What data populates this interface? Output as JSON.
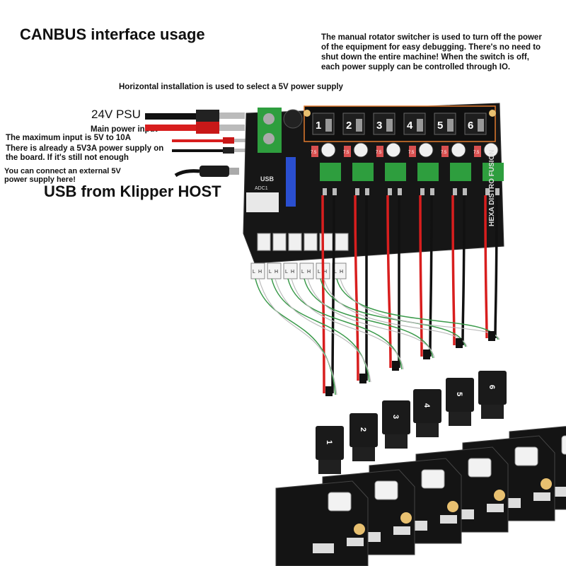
{
  "title": "CANBUS interface usage",
  "notes": {
    "rotator": "The manual rotator switcher is used to turn off the power of the equipment for easy debugging. There's no need to shut down the entire machine! When the switch is off, each power supply can be controlled through IO.",
    "horizontal": "Horizontal installation is used to select a 5V power supply",
    "psu": "24V PSU",
    "main_power": "Main power input",
    "max_input": "The maximum input is 5V to 10A",
    "v5_supply": "There is already a 5V3A power supply on the board. If it's still not enough",
    "external": "You can connect an external 5V power supply here!",
    "usb": "USB from Klipper HOST"
  },
  "board": {
    "brand": "HEXA DISTRO FUSION",
    "switch_numbers": [
      "1",
      "2",
      "3",
      "4",
      "5",
      "6"
    ],
    "fuse_label": "7.5",
    "usb_label": "USB",
    "adc_label": "ADC1",
    "connector_pins": [
      "L",
      "H"
    ]
  },
  "connectors": [
    "1",
    "2",
    "3",
    "4",
    "5",
    "6"
  ],
  "colors": {
    "pcb": "#161616",
    "terminal": "#2e9e3e",
    "wire_red": "#d81e1e",
    "wire_black": "#111111",
    "wire_green": "#3a9a4a",
    "highlight": "#e07a2e"
  }
}
